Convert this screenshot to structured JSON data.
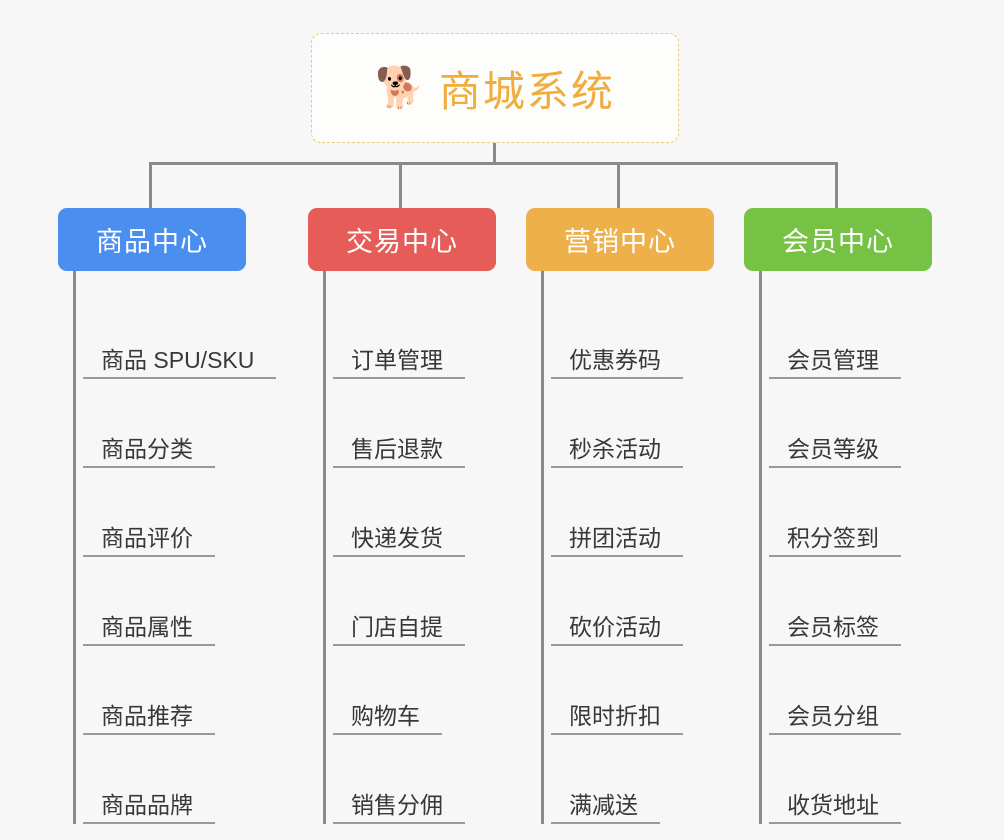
{
  "root": {
    "icon": "shiba-dog-face",
    "icon_glyph": "🐕",
    "title": "商城系统",
    "title_color": "#f0ad3e",
    "border_color": "#edc87a"
  },
  "background_color": "#f7f7f7",
  "connector_color": "#8a8a8a",
  "branches": [
    {
      "label": "商品中心",
      "color": "#4a8ef0",
      "items": [
        "商品 SPU/SKU",
        "商品分类",
        "商品评价",
        "商品属性",
        "商品推荐",
        "商品品牌"
      ]
    },
    {
      "label": "交易中心",
      "color": "#e65c58",
      "items": [
        "订单管理",
        "售后退款",
        "快递发货",
        "门店自提",
        "购物车",
        "销售分佣"
      ]
    },
    {
      "label": "营销中心",
      "color": "#edb04a",
      "items": [
        "优惠券码",
        "秒杀活动",
        "拼团活动",
        "砍价活动",
        "限时折扣",
        "满减送"
      ]
    },
    {
      "label": "会员中心",
      "color": "#76c245",
      "items": [
        "会员管理",
        "会员等级",
        "积分签到",
        "会员标签",
        "会员分组",
        "收货地址"
      ]
    }
  ]
}
